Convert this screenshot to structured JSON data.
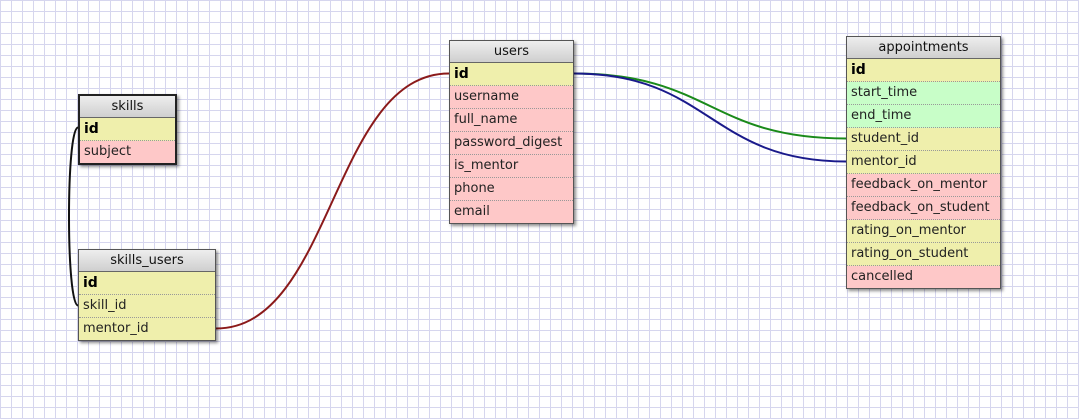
{
  "colors": {
    "yellow": "#efefac",
    "pink": "#fec8c8",
    "green": "#c8fec8",
    "link_red": "#8b1a1a",
    "link_green": "#1a8a1a",
    "link_blue": "#1a1a8b",
    "link_black": "#111111"
  },
  "tables": [
    {
      "key": "skills",
      "title": "skills",
      "rows": [
        {
          "label": "id",
          "color": "yellow",
          "pk": true
        },
        {
          "label": "subject",
          "color": "pink"
        }
      ]
    },
    {
      "key": "skills_users",
      "title": "skills_users",
      "rows": [
        {
          "label": "id",
          "color": "yellow",
          "pk": true
        },
        {
          "label": "skill_id",
          "color": "yellow"
        },
        {
          "label": "mentor_id",
          "color": "yellow"
        }
      ]
    },
    {
      "key": "users",
      "title": "users",
      "rows": [
        {
          "label": "id",
          "color": "yellow",
          "pk": true
        },
        {
          "label": "username",
          "color": "pink"
        },
        {
          "label": "full_name",
          "color": "pink"
        },
        {
          "label": "password_digest",
          "color": "pink"
        },
        {
          "label": "is_mentor",
          "color": "pink"
        },
        {
          "label": "phone",
          "color": "pink"
        },
        {
          "label": "email",
          "color": "pink"
        }
      ]
    },
    {
      "key": "appointments",
      "title": "appointments",
      "rows": [
        {
          "label": "id",
          "color": "yellow",
          "pk": true
        },
        {
          "label": "start_time",
          "color": "green"
        },
        {
          "label": "end_time",
          "color": "green"
        },
        {
          "label": "student_id",
          "color": "yellow"
        },
        {
          "label": "mentor_id",
          "color": "yellow"
        },
        {
          "label": "feedback_on_mentor",
          "color": "pink"
        },
        {
          "label": "feedback_on_student",
          "color": "pink"
        },
        {
          "label": "rating_on_mentor",
          "color": "yellow"
        },
        {
          "label": "rating_on_student",
          "color": "yellow"
        },
        {
          "label": "cancelled",
          "color": "pink"
        }
      ]
    }
  ],
  "relations": [
    {
      "from": "skills.id",
      "to": "skills_users.skill_id",
      "color": "link_black"
    },
    {
      "from": "users.id",
      "to": "skills_users.mentor_id",
      "color": "link_red"
    },
    {
      "from": "users.id",
      "to": "appointments.student_id",
      "color": "link_green"
    },
    {
      "from": "users.id",
      "to": "appointments.mentor_id",
      "color": "link_blue"
    }
  ]
}
